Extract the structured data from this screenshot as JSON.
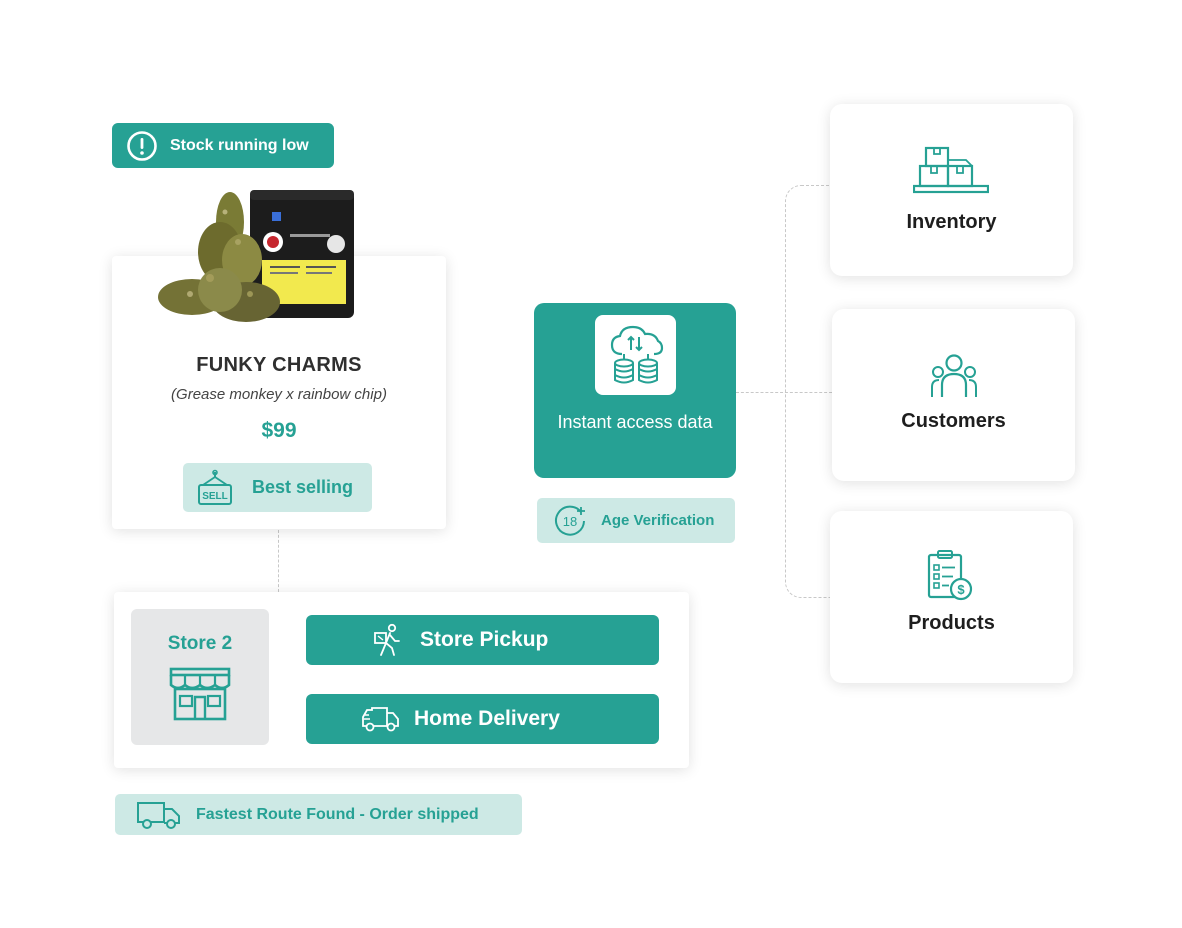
{
  "stock_alert": {
    "label": "Stock running low",
    "icon": "exclamation-circle-icon"
  },
  "product": {
    "name": "FUNKY CHARMS",
    "strain": "(Grease monkey x rainbow chip)",
    "price": "$99",
    "badge": {
      "label": "Best selling",
      "icon": "sell-sign-icon"
    }
  },
  "fulfillment": {
    "store": {
      "label": "Store 2",
      "icon": "storefront-icon"
    },
    "pickup": {
      "label": "Store Pickup",
      "icon": "pickup-person-icon"
    },
    "delivery": {
      "label": "Home Delivery",
      "icon": "delivery-truck-icon"
    }
  },
  "route_status": {
    "label": "Fastest Route Found - Order shipped",
    "icon": "delivery-truck-icon"
  },
  "data_hub": {
    "label": "Instant access data",
    "icon": "cloud-database-icon"
  },
  "age_verification": {
    "label": "Age Verification",
    "icon": "age-18-plus-icon"
  },
  "features": [
    {
      "label": "Inventory",
      "icon": "boxes-icon"
    },
    {
      "label": "Customers",
      "icon": "users-icon"
    },
    {
      "label": "Products",
      "icon": "clipboard-price-icon"
    }
  ],
  "colors": {
    "accent": "#26a194",
    "accent_light": "#cde9e5",
    "tile_gray": "#e6e7e8"
  }
}
